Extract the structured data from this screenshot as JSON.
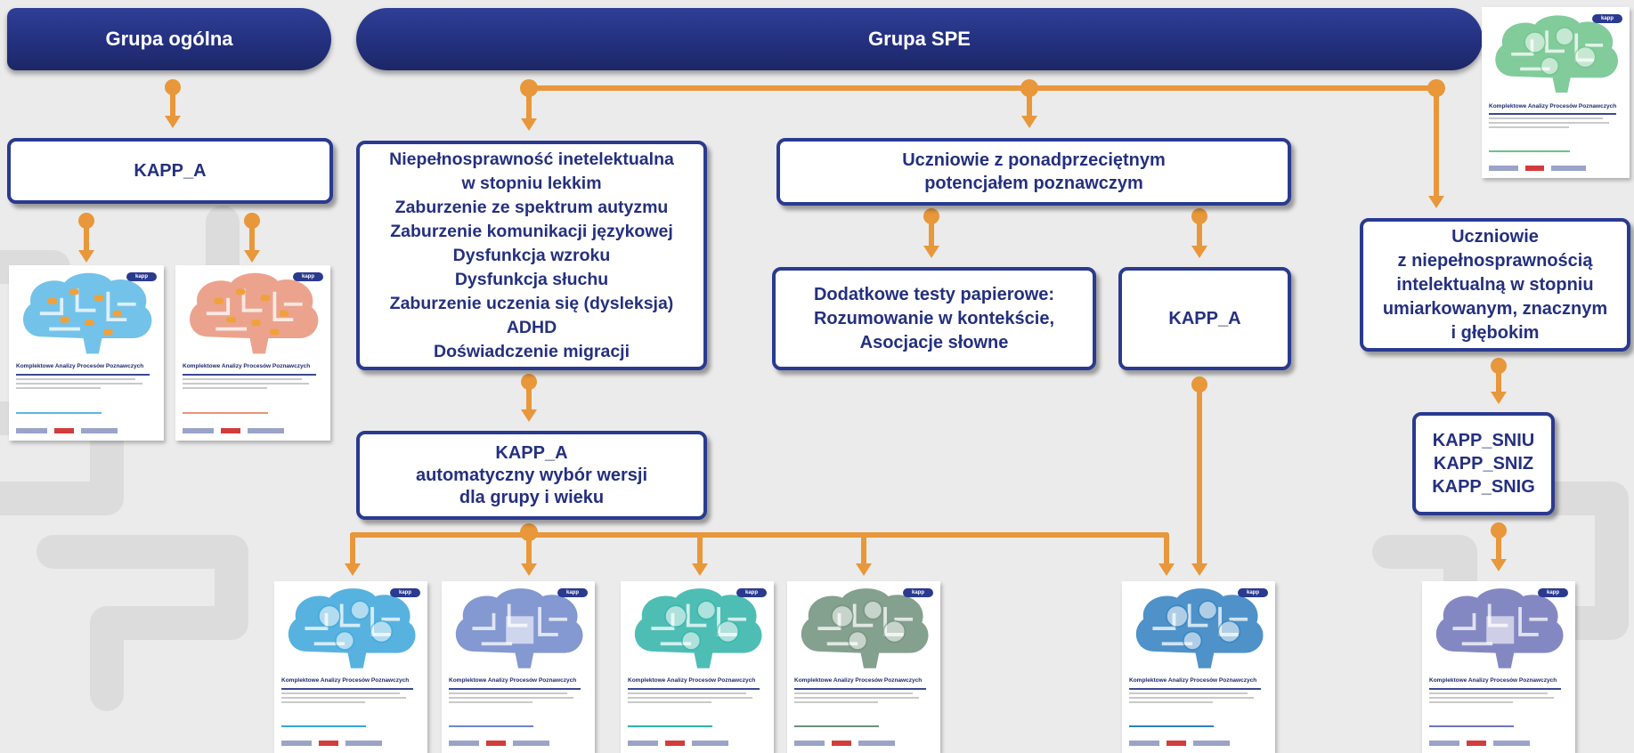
{
  "headers": {
    "general": "Grupa ogólna",
    "spe": "Grupa SPE"
  },
  "boxes": {
    "kapp_a_general": "KAPP_A",
    "spe_conditions": [
      "Niepełnosprawność inetelektualna",
      "w stopniu lekkim",
      "Zaburzenie ze spektrum autyzmu",
      "Zaburzenie komunikacji językowej",
      "Dysfunkcja wzroku",
      "Dysfunkcja słuchu",
      "Zaburzenie uczenia się (dysleksja)",
      "ADHD",
      "Doświadczenie migracji"
    ],
    "gifted_students": [
      "Uczniowie z ponadprzeciętnym",
      "potencjałem poznawczym"
    ],
    "extra_tests": [
      "Dodatkowe testy papierowe:",
      "Rozumowanie w kontekście,",
      "Asocjacje słowne"
    ],
    "kapp_a_gifted": "KAPP_A",
    "intellectual_disability": [
      "Uczniowie",
      "z niepełnosprawnością",
      "intelektualną w stopniu",
      "umiarkowanym, znacznym",
      "i głębokim"
    ],
    "kapp_a_auto": [
      "KAPP_A",
      "automatyczny wybór wersji",
      "dla grupy i wieku"
    ],
    "sni_versions": [
      "KAPP_SNIU",
      "KAPP_SNIZ",
      "KAPP_SNIG"
    ]
  },
  "documents": {
    "title": "Komplektowe Analizy Procesów Poznawczych",
    "badge": "kapp",
    "accent_colors": {
      "general_1": "#5bb7e6",
      "general_2": "#e8937a",
      "top_right": "#6cc28a",
      "spe_1": "#3aa5db",
      "spe_2": "#6f86c9",
      "spe_3": "#2fb3a8",
      "spe_4": "#6f8f7a",
      "gifted": "#2f7fbf",
      "sni": "#6f73b7"
    }
  },
  "colors": {
    "header_blue": "#24307f",
    "box_border": "#2a3a8f",
    "connector_orange": "#e8973a",
    "background": "#ebebeb"
  }
}
